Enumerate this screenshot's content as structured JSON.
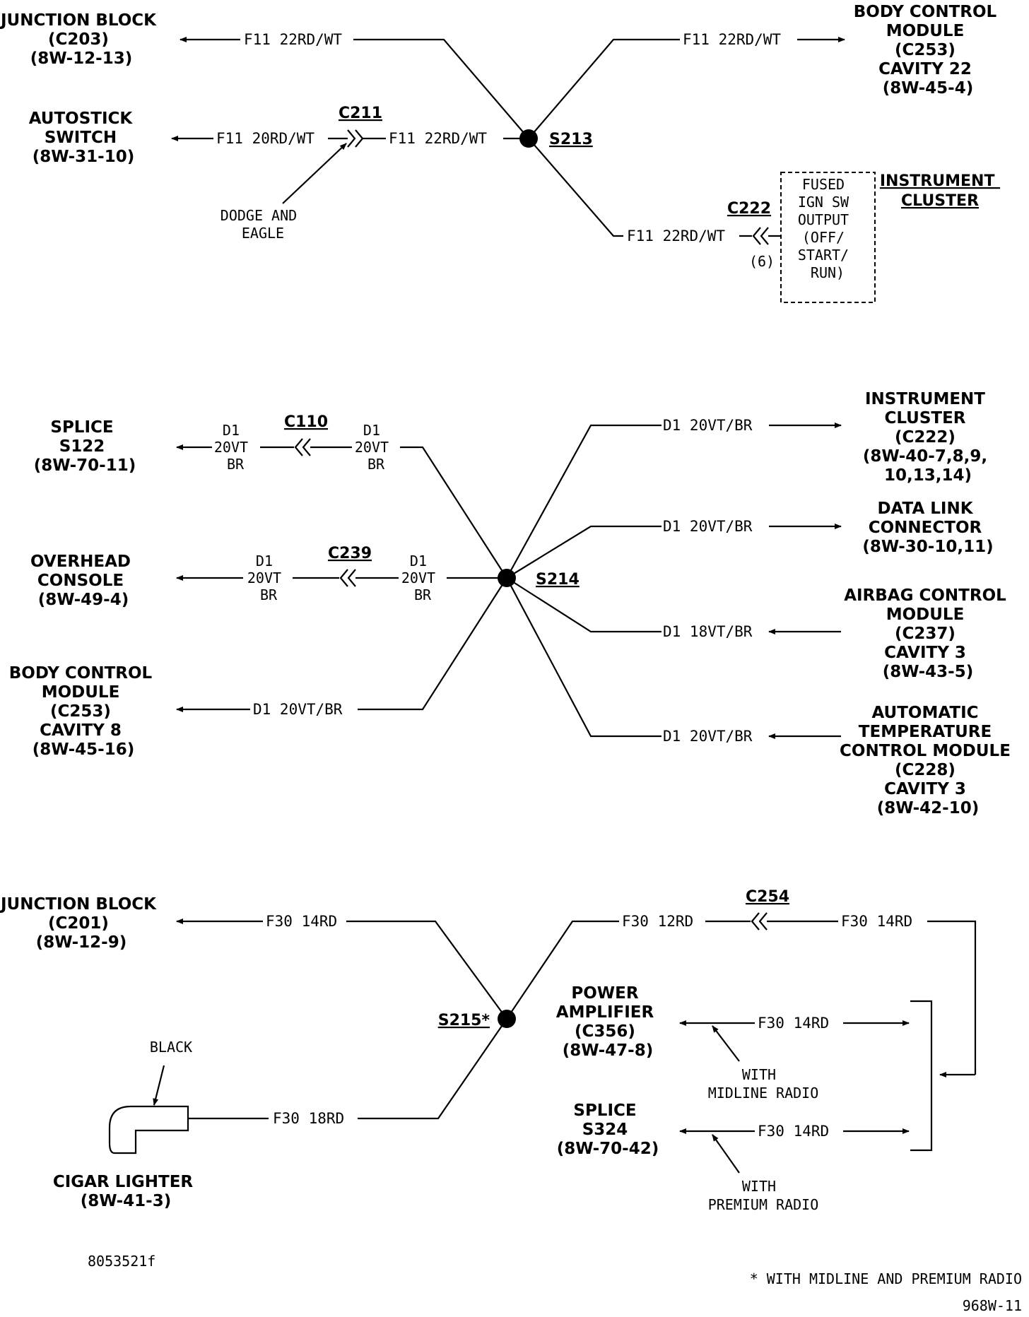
{
  "groups": [
    {
      "id": "f11",
      "components": {
        "junction_block_c203": [
          "JUNCTION BLOCK",
          "(C203)",
          "(8W-12-13)"
        ],
        "autostick_switch": [
          "AUTOSTICK",
          "SWITCH",
          "(8W-31-10)"
        ],
        "bcm_c253_22": [
          "BODY CONTROL",
          "MODULE",
          "(C253)",
          "CAVITY 22",
          "(8W-45-4)"
        ],
        "instrument_cluster": [
          "INSTRUMENT",
          "CLUSTER"
        ],
        "fused_ign_box": [
          "FUSED",
          "IGN SW",
          "OUTPUT",
          "(OFF/",
          "START/",
          "RUN)"
        ]
      },
      "wires": {
        "jb_to_s213": "F11 22RD/WT",
        "s213_to_bcm": "F11 22RD/WT",
        "autostick_left": "F11 20RD/WT",
        "autostick_right": "F11 22RD/WT",
        "s213_to_cluster": "F11 22RD/WT"
      },
      "connectors": {
        "c211": "C211",
        "c222": "C222",
        "c222_pin": "(6)"
      },
      "splice": "S213",
      "note": [
        "DODGE AND",
        "EAGLE"
      ]
    },
    {
      "id": "d1",
      "components": {
        "splice_s122": [
          "SPLICE",
          "S122",
          "(8W-70-11)"
        ],
        "overhead_console": [
          "OVERHEAD",
          "CONSOLE",
          "(8W-49-4)"
        ],
        "bcm_c253_8": [
          "BODY CONTROL",
          "MODULE",
          "(C253)",
          "CAVITY 8",
          "(8W-45-16)"
        ],
        "instrument_cluster_c222": [
          "INSTRUMENT",
          "CLUSTER",
          "(C222)",
          "(8W-40-7,8,9,",
          "10,13,14)"
        ],
        "data_link_connector": [
          "DATA LINK",
          "CONNECTOR",
          "(8W-30-10,11)"
        ],
        "airbag_control_module": [
          "AIRBAG CONTROL",
          "MODULE",
          "(C237)",
          "CAVITY 3",
          "(8W-43-5)"
        ],
        "atc_module": [
          "AUTOMATIC",
          "TEMPERATURE",
          "CONTROL MODULE",
          "(C228)",
          "CAVITY 3",
          "(8W-42-10)"
        ]
      },
      "wires": {
        "stacked": [
          "D1",
          "20VT",
          "BR"
        ],
        "bcm": "D1 20VT/BR",
        "cluster": "D1 20VT/BR",
        "dlc": "D1 20VT/BR",
        "airbag": "D1 18VT/BR",
        "atc": "D1 20VT/BR"
      },
      "connectors": {
        "c110": "C110",
        "c239": "C239"
      },
      "splice": "S214"
    },
    {
      "id": "f30",
      "components": {
        "junction_block_c201": [
          "JUNCTION BLOCK",
          "(C201)",
          "(8W-12-9)"
        ],
        "cigar_lighter": [
          "CIGAR LIGHTER",
          "(8W-41-3)"
        ],
        "power_amplifier": [
          "POWER",
          "AMPLIFIER",
          "(C356)",
          "(8W-47-8)"
        ],
        "splice_s324": [
          "SPLICE",
          "S324",
          "(8W-70-42)"
        ]
      },
      "wires": {
        "jb": "F30 14RD",
        "c254_left": "F30 12RD",
        "c254_right": "F30 14RD",
        "cigar": "F30 18RD",
        "amp": "F30 14RD",
        "s324": "F30 14RD"
      },
      "connectors": {
        "c254": "C254"
      },
      "splice": "S215*",
      "notes": {
        "black": "BLACK",
        "midline": [
          "WITH",
          "MIDLINE RADIO"
        ],
        "premium": [
          "WITH",
          "PREMIUM RADIO"
        ]
      }
    }
  ],
  "footer": {
    "figure_id": "8053521f",
    "footnote": "* WITH MIDLINE AND PREMIUM RADIO",
    "page_code": "968W-11"
  }
}
